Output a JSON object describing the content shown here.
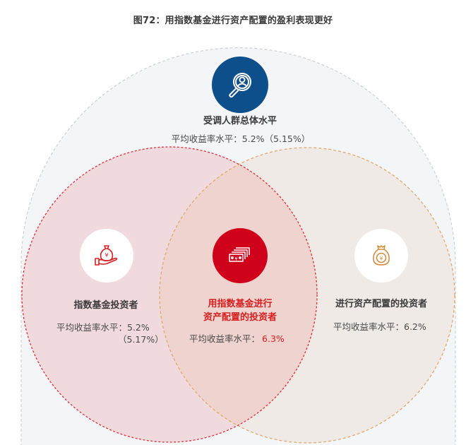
{
  "title": "图72：用指数基金进行资产配置的盈利表现更好",
  "colors": {
    "outer_fill": "#f4f5f7",
    "outer_border": "#cfd0d3",
    "left_circle_fill": "#f0dadd",
    "left_circle_border": "#e0303a",
    "right_circle_fill": "#efeae5",
    "right_circle_border": "#dfa970",
    "overlap_fill": "#efd3cf",
    "top_icon_bg": "#0d4f8b",
    "center_icon_bg": "#d0021b",
    "accent_red": "#d81e1e"
  },
  "groups": {
    "overall": {
      "icon": "magnifier-person-icon",
      "label": "受调人群总体水平",
      "rate_text": "平均收益率水平：5.2%（5.15%）"
    },
    "index_fund": {
      "icon": "money-bag-hand-icon",
      "label": "指数基金投资者",
      "rate_text": "平均收益率水平：5.2%",
      "rate_detail": "（5.17%）"
    },
    "index_fund_allocation": {
      "icon": "banknotes-icon",
      "label_line1": "用指数基金进行",
      "label_line2": "资产配置的投资者",
      "rate_prefix": "平均收益率水平：",
      "rate_value": "6.3%"
    },
    "allocation": {
      "icon": "money-bag-icon",
      "label": "进行资产配置的投资者",
      "rate_text": "平均收益率水平：6.2%"
    }
  },
  "chart_data": {
    "type": "venn",
    "title": "图72：用指数基金进行资产配置的盈利表现更好",
    "sets": [
      {
        "name": "受调人群总体水平",
        "avg_return_pct": 5.2,
        "precise_pct": 5.15,
        "role": "universe"
      },
      {
        "name": "指数基金投资者",
        "avg_return_pct": 5.2,
        "precise_pct": 5.17
      },
      {
        "name": "进行资产配置的投资者",
        "avg_return_pct": 6.2
      },
      {
        "name": "用指数基金进行资产配置的投资者",
        "avg_return_pct": 6.3,
        "role": "intersection"
      }
    ]
  }
}
